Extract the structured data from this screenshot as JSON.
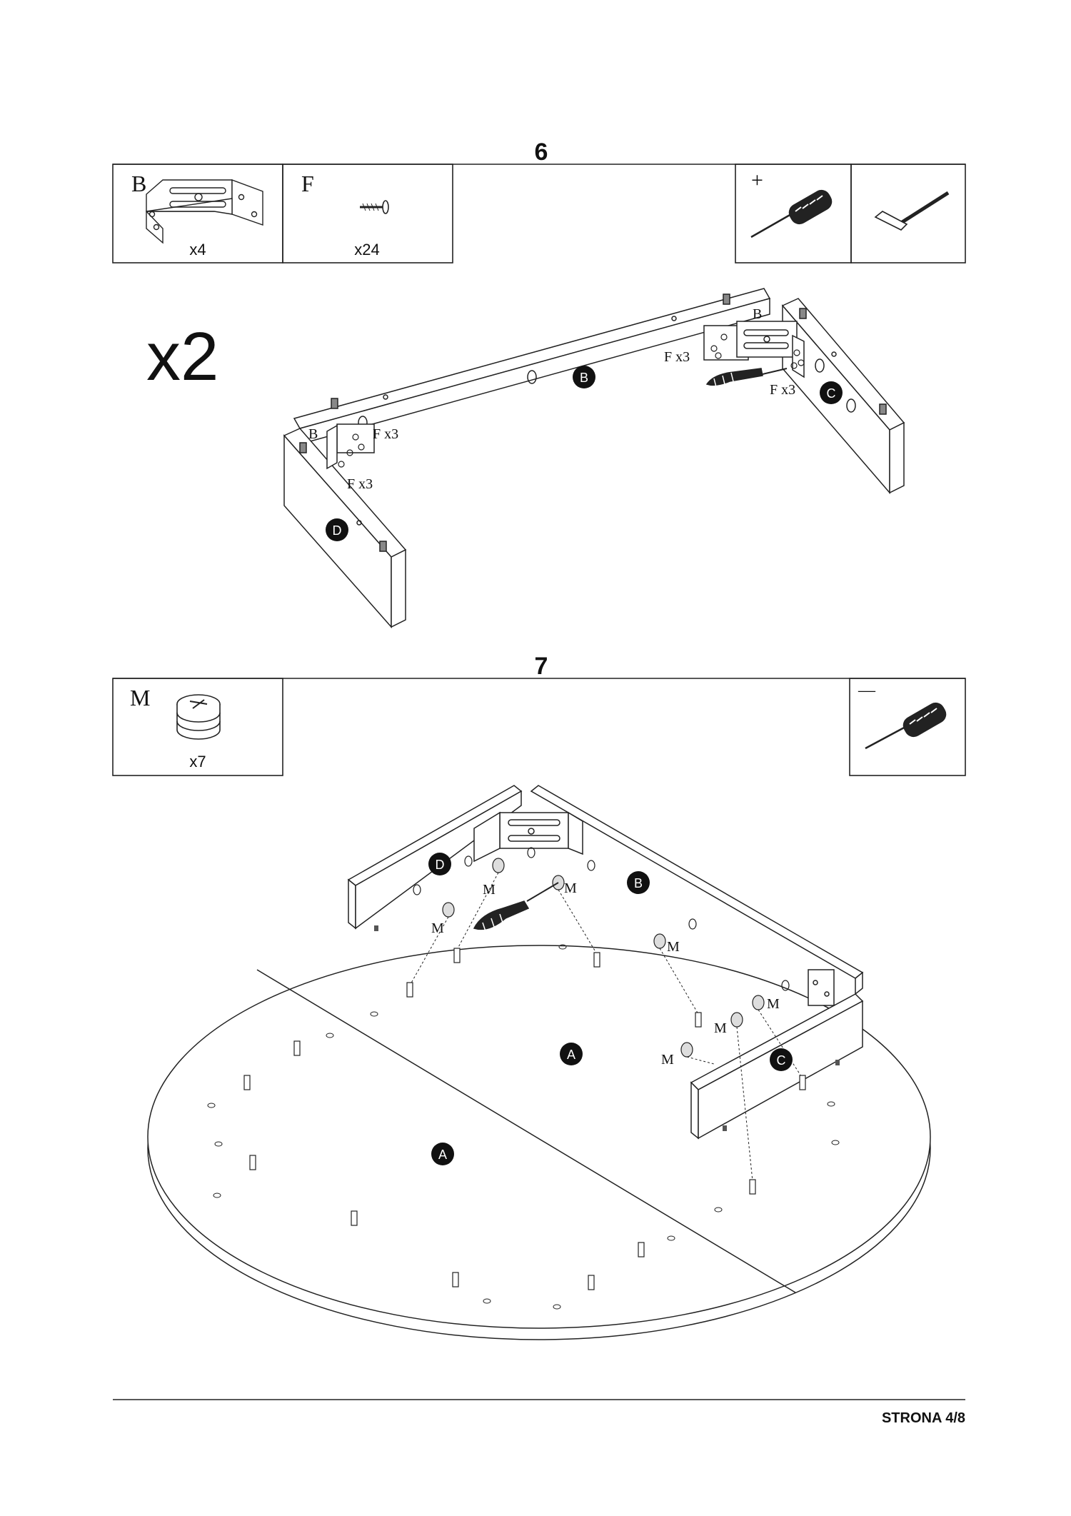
{
  "step6": {
    "number": "6",
    "parts": [
      {
        "letter": "B",
        "qty": "x4"
      },
      {
        "letter": "F",
        "qty": "x24"
      }
    ],
    "tool_sign": "+",
    "multiplier": "x2",
    "panels": {
      "B": "B",
      "C": "C",
      "D": "D"
    },
    "labels": {
      "bracket": "B",
      "screws": "F x3"
    }
  },
  "step7": {
    "number": "7",
    "parts": [
      {
        "letter": "M",
        "qty": "x7"
      }
    ],
    "tool_sign": "—",
    "panels": {
      "A": "A",
      "B": "B",
      "C": "C",
      "D": "D"
    },
    "cam_label": "M"
  },
  "footer": {
    "page": "STRONA 4/8"
  }
}
